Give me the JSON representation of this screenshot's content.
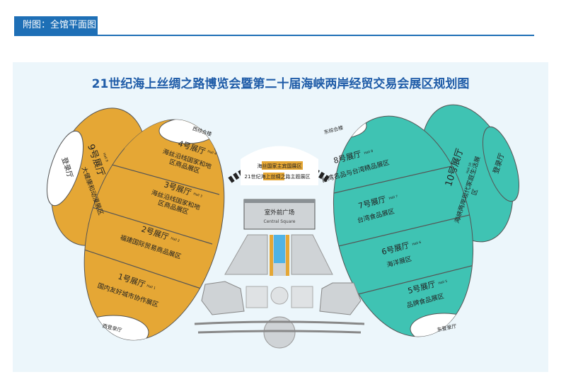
{
  "header": {
    "caption": "附图：全馆平面图"
  },
  "map": {
    "title": "21世纪海上丝绸之路博览会暨第二十届海峡两岸经贸交易会展区规划图",
    "colors": {
      "gold": "#e5a735",
      "teal": "#3fc3b3",
      "blue": "#1e6fb6",
      "title": "#1f5ca8"
    },
    "halls": {
      "h9": {
        "name": "9号展厅",
        "sub": "Hall 9",
        "zone": "大健康和动漫展区"
      },
      "h4": {
        "name": "4号展厅",
        "sub": "Hall 4",
        "zone": "海丝沿线国家和地区商品展区"
      },
      "h3": {
        "name": "3号展厅",
        "sub": "Hall 3",
        "zone": "海丝沿线国家和地区商品展区"
      },
      "h2": {
        "name": "2号展厅",
        "sub": "Hall 2",
        "zone": "福建国际贸易商品展区"
      },
      "h1": {
        "name": "1号展厅",
        "sub": "Hall 1",
        "zone": "国内友好城市协作展区"
      },
      "h8": {
        "name": "8号展厅",
        "sub": "Hall 8",
        "zone": "台湾名品与台湾精品展区"
      },
      "h7": {
        "name": "7号展厅",
        "sub": "Hall 7",
        "zone": "台湾食品展区"
      },
      "h6": {
        "name": "6号展厅",
        "sub": "Hall 6",
        "zone": "海洋展区"
      },
      "h5": {
        "name": "5号展厅",
        "sub": "Hall 5",
        "zone": "品牌食品展区"
      },
      "h10": {
        "name": "10号展厅",
        "sub": "Hall 10",
        "zone": "海峡两岸现代家庭生活展区"
      }
    },
    "places": {
      "west_hall": "登录厅",
      "east_hall": "登录厅",
      "west_tower": "西综合楼",
      "east_tower": "东综合楼",
      "west_lobby": "西登录厅",
      "east_lobby": "东登录厅",
      "theme1": "海丝国家主宾国展区",
      "theme2": "21世纪海上丝绸之路主题展区",
      "plaza": "室外前广场",
      "plaza_en": "Central Square"
    }
  }
}
